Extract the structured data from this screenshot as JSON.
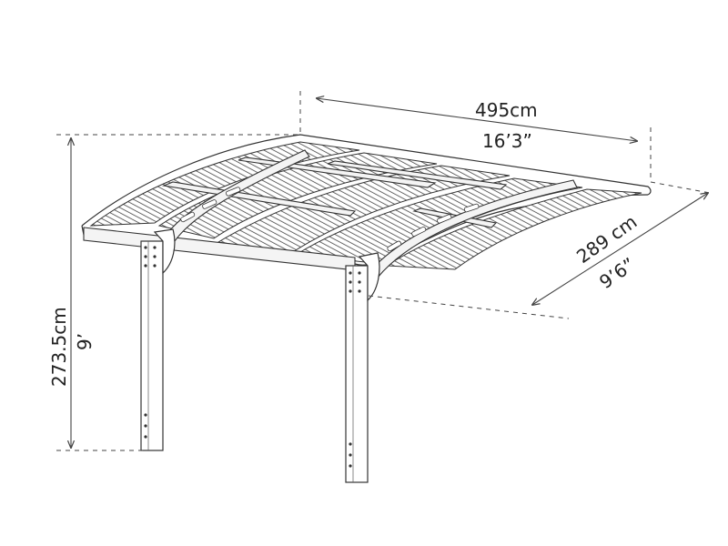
{
  "diagram": {
    "subject": "Arched carport canopy with two support posts",
    "dimensions": {
      "width": {
        "metric": "495cm",
        "imperial": "16’3”"
      },
      "depth": {
        "metric": "289 cm",
        "imperial": "9’6”"
      },
      "height": {
        "metric": "273.5cm",
        "imperial": "9’"
      }
    },
    "colors": {
      "line": "#333333",
      "background": "#ffffff"
    }
  }
}
